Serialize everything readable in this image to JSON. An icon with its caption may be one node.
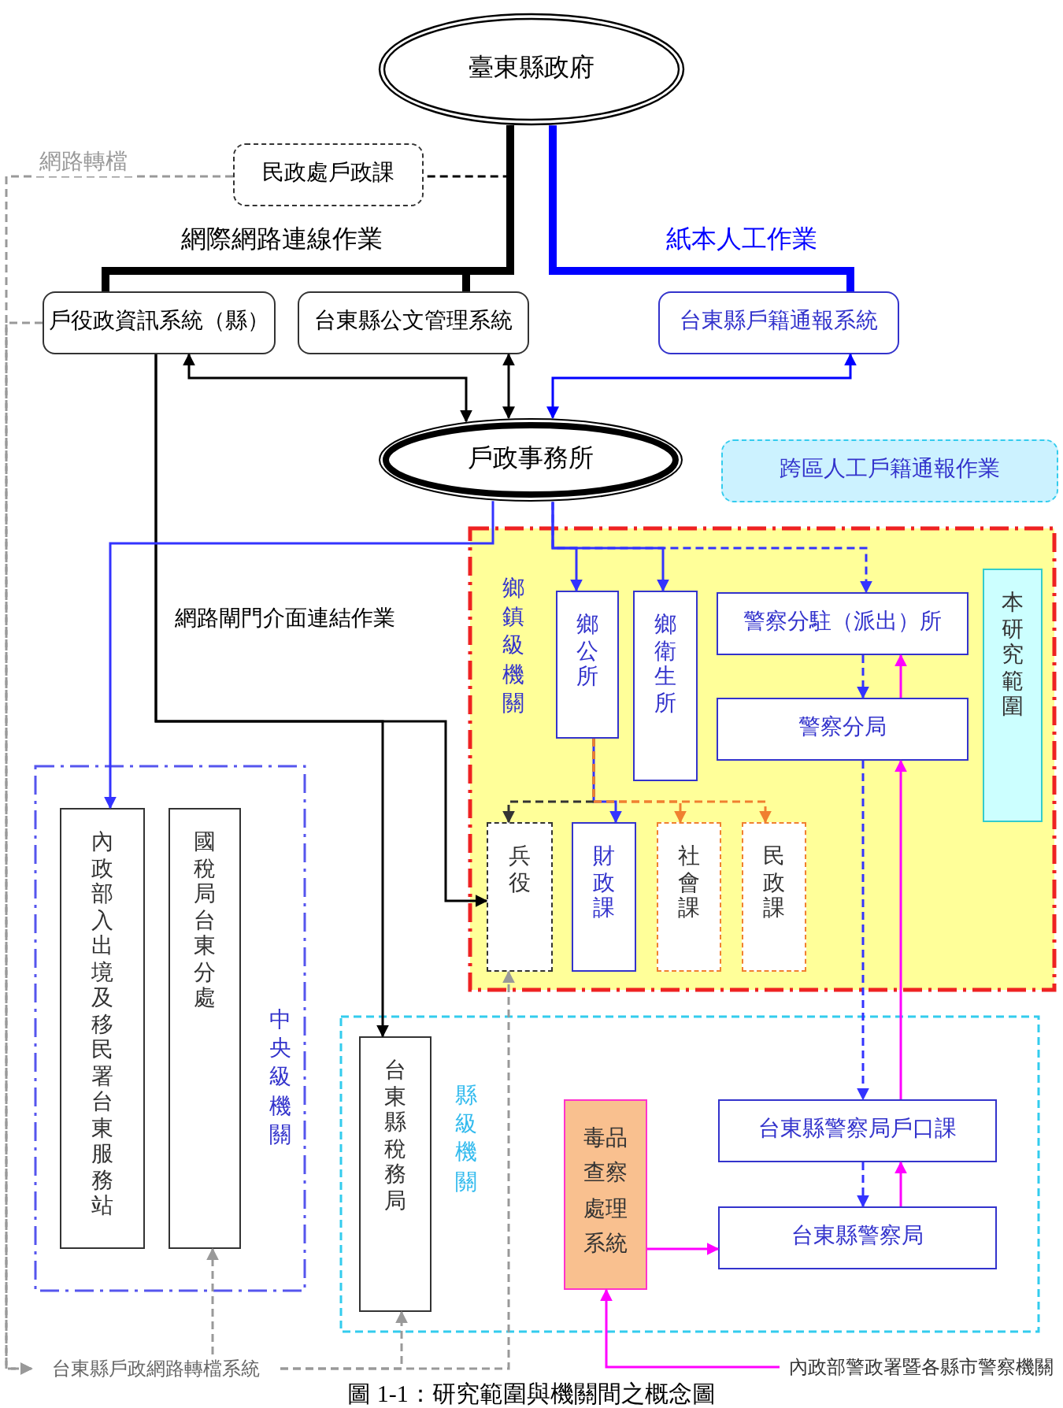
{
  "diagram": {
    "caption": "圖 1-1：研究範圍與機關間之概念圖",
    "nodes": [
      {
        "text": [
          "臺東縣政府"
        ]
      },
      {
        "text": [
          "民政處戶政課"
        ]
      },
      {
        "text": [
          "戶役政資訊系統（縣）"
        ]
      },
      {
        "text": [
          "台東縣公文管理系統"
        ]
      },
      {
        "text": [
          "台東縣戶籍通報系統"
        ]
      },
      {
        "text": [
          "戶政事務所"
        ]
      },
      {
        "text": [
          "跨區人工戶籍通報作業"
        ]
      },
      {
        "text": [
          "鄉鎮級機關"
        ]
      },
      {
        "text": [
          "鄉公所"
        ],
        "in": 7
      },
      {
        "text": [
          "鄉衛生所"
        ],
        "in": 7
      },
      {
        "text": [
          "警察分駐（派出）所"
        ],
        "in": 7
      },
      {
        "text": [
          "警察分局"
        ],
        "in": 7
      },
      {
        "text": [
          "本研究範圍"
        ],
        "in": 7
      },
      {
        "text": [
          "兵役"
        ],
        "in": 7
      },
      {
        "text": [
          "財政課"
        ],
        "in": 7
      },
      {
        "text": [
          "社會課"
        ],
        "in": 7
      },
      {
        "text": [
          "民政課"
        ],
        "in": 7
      },
      {
        "text": [
          "中央級機關"
        ]
      },
      {
        "text": [
          "內政部入出境及移民署台東服務站"
        ],
        "in": 17
      },
      {
        "text": [
          "國稅局台東分處"
        ],
        "in": 17
      },
      {
        "text": [
          "縣級機關"
        ]
      },
      {
        "text": [
          "台東縣稅務局"
        ],
        "in": 20
      },
      {
        "text": [
          "毒品查察處理系統"
        ],
        "in": 20
      },
      {
        "text": [
          "台東縣警察局戶口課"
        ],
        "in": 20
      },
      {
        "text": [
          "台東縣警察局"
        ],
        "in": 20
      },
      {
        "text": [
          "內政部警政署暨各縣市警察機關"
        ]
      },
      {
        "text": [
          "台東縣戶政網路轉檔系統"
        ]
      }
    ],
    "edges": [
      {
        "from": 0,
        "to": 1,
        "arrow": "none",
        "style": "dashed",
        "color": "#000000"
      },
      {
        "from": 0,
        "to": 2,
        "arrow": "none",
        "style": "thick",
        "color": "#000000",
        "label": "網際網路連線作業"
      },
      {
        "from": 0,
        "to": 3,
        "arrow": "none",
        "style": "thick",
        "color": "#000000"
      },
      {
        "from": 0,
        "to": 4,
        "arrow": "none",
        "style": "thick",
        "color": "#0000ff",
        "label": "紙本人工作業"
      },
      {
        "from": 2,
        "to": 5,
        "arrow": "both",
        "color": "#000000"
      },
      {
        "from": 3,
        "to": 5,
        "arrow": "both",
        "color": "#000000"
      },
      {
        "from": 4,
        "to": 5,
        "arrow": "both",
        "color": "#0000ff"
      },
      {
        "from": 2,
        "to": 21,
        "arrow": "to",
        "color": "#000000",
        "label": "網路閘門介面連結作業"
      },
      {
        "from": 2,
        "to": 13,
        "arrow": "to",
        "color": "#000000"
      },
      {
        "from": 5,
        "to": 18,
        "arrow": "to",
        "color": "#3333ff"
      },
      {
        "from": 5,
        "to": 8,
        "arrow": "to",
        "color": "#3333ff"
      },
      {
        "from": 5,
        "to": 9,
        "arrow": "to",
        "color": "#3333ff"
      },
      {
        "from": 5,
        "to": 10,
        "arrow": "to",
        "style": "dashed",
        "color": "#3333ff"
      },
      {
        "from": 8,
        "to": 14,
        "arrow": "to",
        "color": "#3333ff"
      },
      {
        "from": 8,
        "to": 13,
        "arrow": "to",
        "style": "dashed",
        "color": "#333333"
      },
      {
        "from": 8,
        "to": 15,
        "arrow": "to",
        "style": "dashed",
        "color": "#f08030"
      },
      {
        "from": 8,
        "to": 16,
        "arrow": "to",
        "style": "dashed",
        "color": "#f08030"
      },
      {
        "from": 10,
        "to": 11,
        "arrow": "to",
        "style": "dashed",
        "color": "#3333ff"
      },
      {
        "from": 11,
        "to": 10,
        "arrow": "to",
        "color": "#ff00ff"
      },
      {
        "from": 11,
        "to": 23,
        "arrow": "to",
        "style": "dashed",
        "color": "#3333ff"
      },
      {
        "from": 23,
        "to": 11,
        "arrow": "to",
        "color": "#ff00ff"
      },
      {
        "from": 23,
        "to": 24,
        "arrow": "to",
        "style": "dashed",
        "color": "#3333ff"
      },
      {
        "from": 24,
        "to": 23,
        "arrow": "to",
        "color": "#ff00ff"
      },
      {
        "from": 22,
        "to": 24,
        "arrow": "to",
        "color": "#ff00ff"
      },
      {
        "from": 25,
        "to": 22,
        "arrow": "to",
        "color": "#ff00ff"
      },
      {
        "from": 1,
        "to": 26,
        "arrow": "to",
        "style": "dashed",
        "color": "#999999",
        "label": "網路轉檔"
      },
      {
        "from": 2,
        "to": 26,
        "arrow": "to",
        "style": "dashed",
        "color": "#999999"
      },
      {
        "from": 26,
        "to": 19,
        "arrow": "to",
        "style": "dashed",
        "color": "#999999"
      },
      {
        "from": 26,
        "to": 21,
        "arrow": "to",
        "style": "dashed",
        "color": "#999999"
      },
      {
        "from": 26,
        "to": 13,
        "arrow": "to",
        "style": "dashed",
        "color": "#999999"
      }
    ]
  }
}
